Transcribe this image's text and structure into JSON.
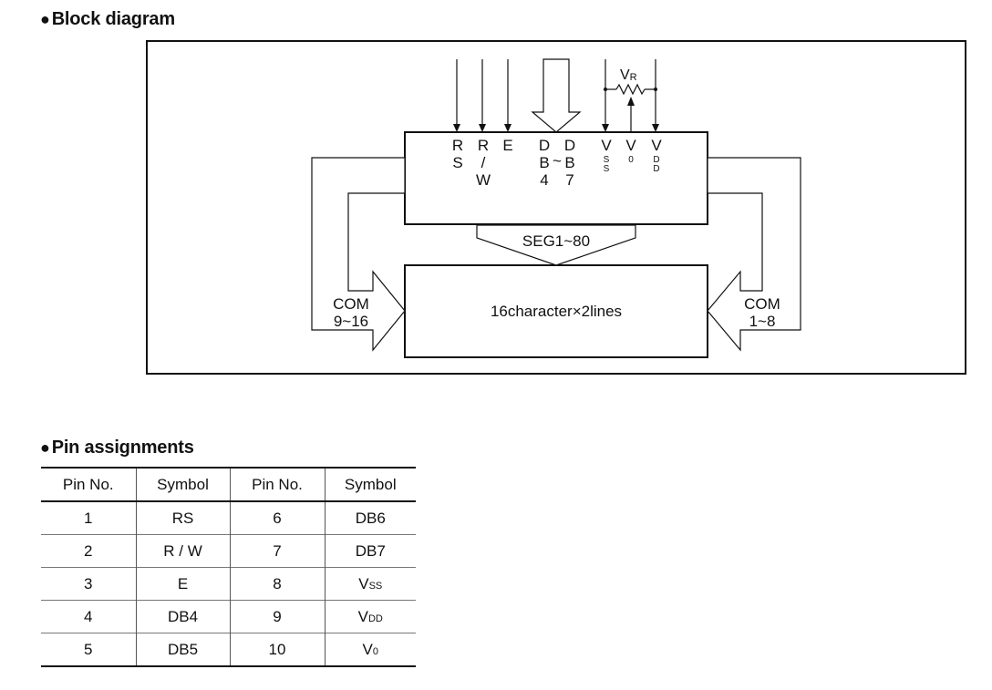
{
  "block_heading": "Block diagram",
  "pin_heading": "Pin assignments",
  "diagram": {
    "pins": {
      "rs": [
        "R",
        "S"
      ],
      "rw": [
        "R",
        "/",
        "W"
      ],
      "e": [
        "E"
      ],
      "db4": [
        "D",
        "B",
        "4"
      ],
      "tilde": "~",
      "db7": [
        "D",
        "B",
        "7"
      ],
      "vss": [
        "V",
        "S",
        "S"
      ],
      "v0": [
        "V",
        "0"
      ],
      "vdd": [
        "V",
        "D",
        "D"
      ]
    },
    "vr_main": "V",
    "vr_sub": "R",
    "seg_label": "SEG1~80",
    "display_label": "16character×2lines",
    "com_left": [
      "COM",
      "9~16"
    ],
    "com_right": [
      "COM",
      "1~8"
    ]
  },
  "pin_table": {
    "headers": [
      "Pin No.",
      "Symbol",
      "Pin No.",
      "Symbol"
    ],
    "rows": [
      {
        "pin1": "1",
        "sym1": "RS",
        "pin2": "6",
        "sym2": "DB6",
        "sym2_sub": ""
      },
      {
        "pin1": "2",
        "sym1": "R / W",
        "pin2": "7",
        "sym2": "DB7",
        "sym2_sub": ""
      },
      {
        "pin1": "3",
        "sym1": "E",
        "pin2": "8",
        "sym2": "V",
        "sym2_sub": "SS"
      },
      {
        "pin1": "4",
        "sym1": "DB4",
        "pin2": "9",
        "sym2": "V",
        "sym2_sub": "DD"
      },
      {
        "pin1": "5",
        "sym1": "DB5",
        "pin2": "10",
        "sym2": "V",
        "sym2_sub": "0"
      }
    ]
  }
}
